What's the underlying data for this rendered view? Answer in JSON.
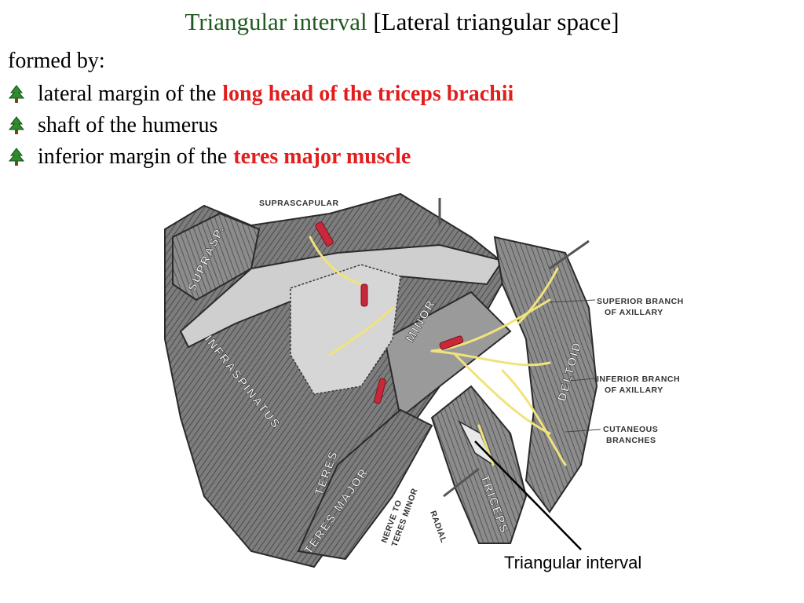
{
  "title": {
    "main": "Triangular interval",
    "sub": "[Lateral triangular space]"
  },
  "intro": "formed by:",
  "bullets": [
    {
      "text": "lateral margin of the",
      "highlight": "long head of the triceps brachii",
      "icon": "tree-icon"
    },
    {
      "text": "shaft of the humerus",
      "highlight": "",
      "icon": "tree-icon"
    },
    {
      "text": "inferior margin of the",
      "highlight": "teres major muscle",
      "icon": "tree-icon"
    }
  ],
  "colors": {
    "title_green": "#1f5a1f",
    "highlight_red": "#e31d1d",
    "nerve_yellow": "#f0e37a",
    "artery_red": "#c8283a",
    "bullet_green": "#2e8b2e"
  },
  "figure": {
    "labels": {
      "suprascapular": "SUPRASCAPULAR",
      "suprasp": "SUPRASP.",
      "infraspinatus": "INFRASPINATUS",
      "minor": "MINOR",
      "teres": "TERES",
      "teres_major": "TERES MAJOR",
      "deltoid": "DELTOID",
      "triceps": "TRICEPS",
      "superior_branch_1": "SUPERIOR BRANCH",
      "superior_branch_2": "OF AXILLARY",
      "inferior_branch_1": "INFERIOR BRANCH",
      "inferior_branch_2": "OF AXILLARY",
      "cutaneous_1": "CUTANEOUS",
      "cutaneous_2": "BRANCHES",
      "nerve_to_1": "NERVE TO",
      "nerve_to_2": "TERES MINOR",
      "radial": "RADIAL",
      "triangular_interval": "Triangular interval"
    }
  }
}
